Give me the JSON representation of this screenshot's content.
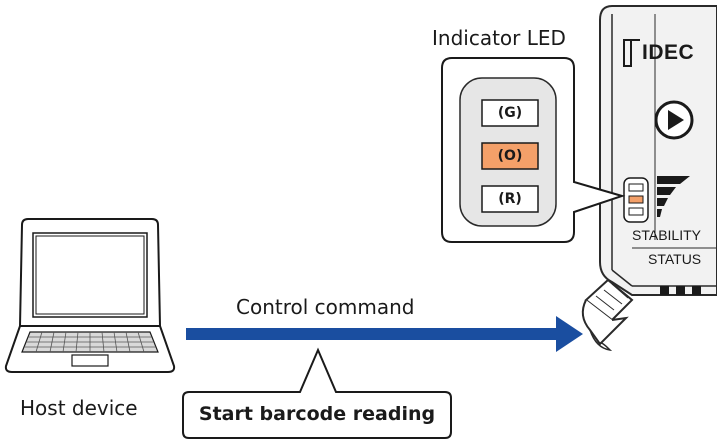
{
  "indicator_title": "Indicator LED",
  "leds": [
    {
      "label": "(G)",
      "lit": false
    },
    {
      "label": "(O)",
      "lit": true,
      "color": "#f4a069"
    },
    {
      "label": "(R)",
      "lit": false
    }
  ],
  "device": {
    "brand": "IDEC",
    "label_stability": "STABILITY",
    "label_status": "STATUS"
  },
  "arrow": {
    "label": "Control command",
    "color": "#1a4ea0"
  },
  "host": {
    "label": "Host device"
  },
  "callout": {
    "label": "Start barcode reading"
  }
}
